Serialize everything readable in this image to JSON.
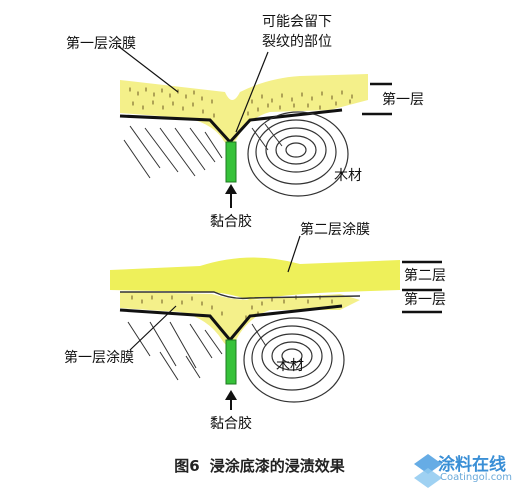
{
  "labels": {
    "top_film": "第一层涂膜",
    "crack_line1": "可能会留下",
    "crack_line2": "裂纹的部位",
    "layer1_top": "第一层",
    "wood_top": "木材",
    "glue_top": "黏合胶",
    "film2": "第二层涂膜",
    "layer2": "第二层",
    "layer1_bottom": "第一层",
    "film1_bottom": "第一层涂膜",
    "wood_bottom": "木材",
    "glue_bottom": "黏合胶"
  },
  "caption": {
    "fig": "图6",
    "text": "浸涂底漆的浸渍效果"
  },
  "watermark": {
    "name": "涂料在线",
    "url": "Coatingol.com"
  },
  "colors": {
    "film1": "#f4f08a",
    "film2": "#eef05a",
    "glue": "#37c23a",
    "ink": "#111111"
  }
}
